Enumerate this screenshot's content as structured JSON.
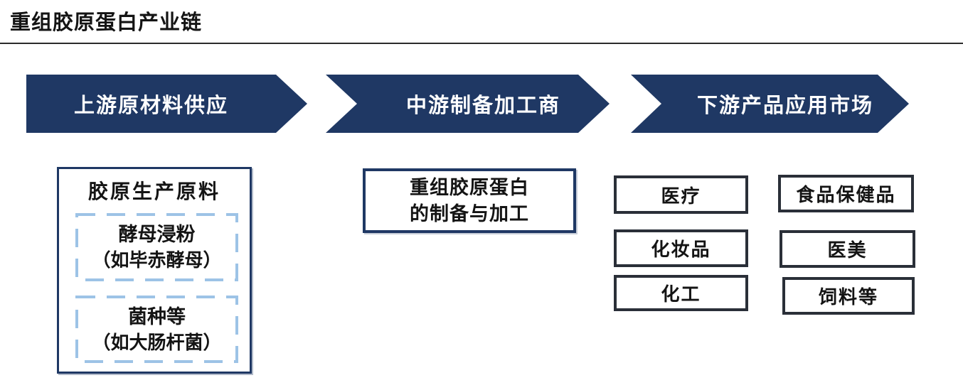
{
  "title": "重组胶原蛋白产业链",
  "stages": [
    {
      "label": "上游原材料供应"
    },
    {
      "label": "中游制备加工商"
    },
    {
      "label": "下游产品应用市场"
    }
  ],
  "upstream": {
    "header": "胶原生产原料",
    "items": [
      {
        "name": "酵母浸粉",
        "note": "（如毕赤酵母）"
      },
      {
        "name": "菌种等",
        "note": "（如大肠杆菌）"
      }
    ]
  },
  "midstream": {
    "label_line1": "重组胶原蛋白",
    "label_line2": "的制备与加工"
  },
  "downstream": {
    "markets": [
      "医疗",
      "食品保健品",
      "化妆品",
      "医美",
      "化工",
      "饲料等"
    ]
  },
  "colors": {
    "stage_navy": "#1F3864",
    "dashed_blue": "#9DC3E6",
    "box_border_dark": "#2A2F38",
    "text": "#141414"
  }
}
